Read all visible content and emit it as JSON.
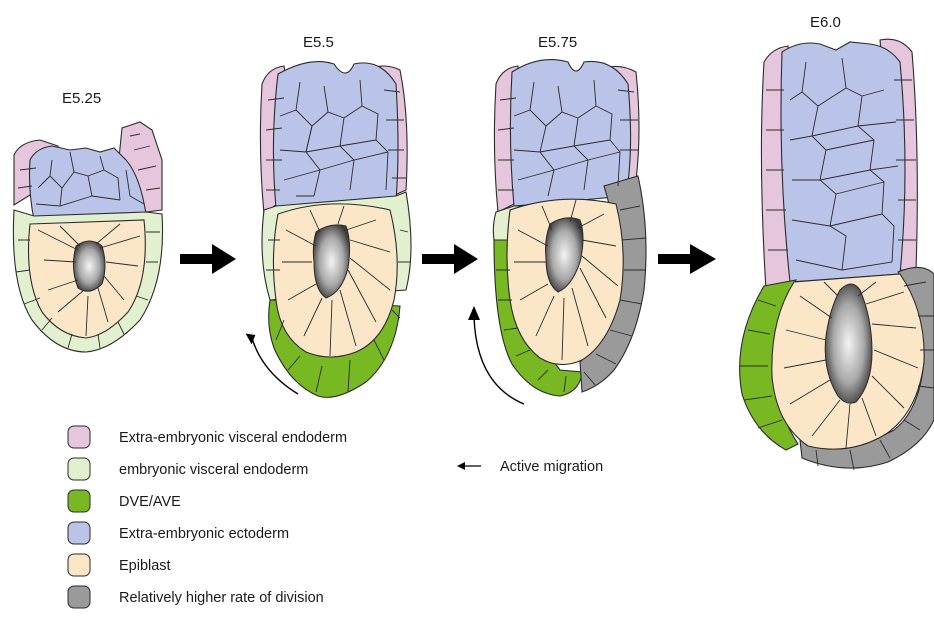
{
  "stages": [
    {
      "id": "e525",
      "label": "E5.25"
    },
    {
      "id": "e55",
      "label": "E5.5"
    },
    {
      "id": "e575",
      "label": "E5.75"
    },
    {
      "id": "e60",
      "label": "E6.0"
    }
  ],
  "legend": [
    {
      "label": "Extra-embryonic visceral endoderm",
      "color": "#e6c6dc"
    },
    {
      "label": "embryonic visceral endoderm",
      "color": "#e3f0cf"
    },
    {
      "label": "DVE/AVE",
      "color": "#78b823"
    },
    {
      "label": "Extra-embryonic ectoderm",
      "color": "#b9c4e8"
    },
    {
      "label": "Epiblast",
      "color": "#fbe6c8"
    },
    {
      "label": "Relatively higher rate of division",
      "color": "#9a9a9a"
    }
  ],
  "migration_label": "Active migration",
  "colors": {
    "exve": "#e6c6dc",
    "eve": "#e3f0cf",
    "dve": "#78b823",
    "exe": "#b9c4e8",
    "epi": "#fbe6c8",
    "div": "#9a9a9a",
    "arrow": "#000000"
  }
}
